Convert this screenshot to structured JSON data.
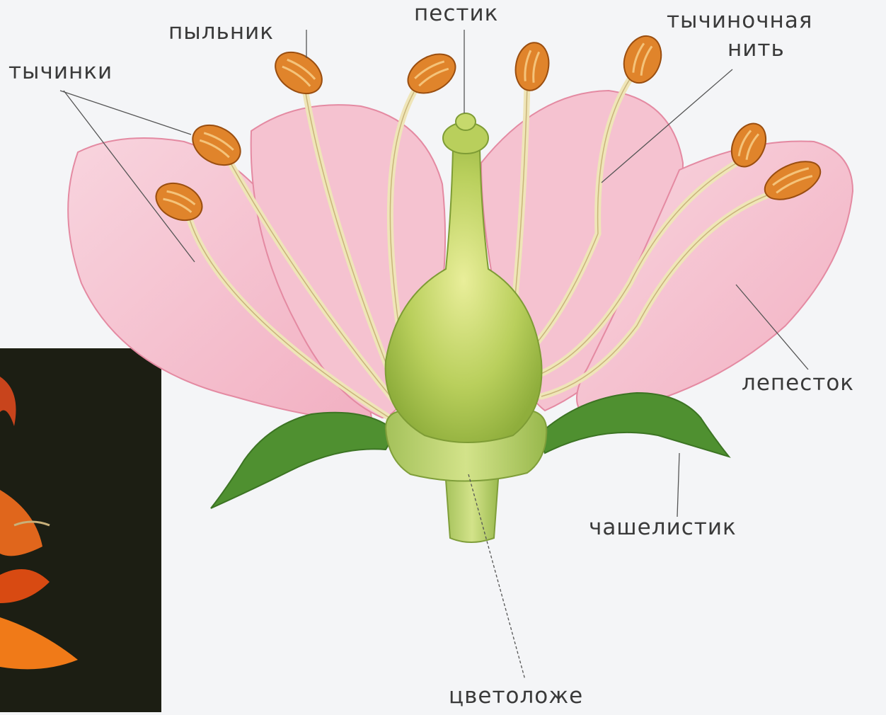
{
  "labels": {
    "stamens": "тычинки",
    "anther": "пыльник",
    "pistil": "пестик",
    "filament_line1": "тычиночная",
    "filament_line2": "нить",
    "petal": "лепесток",
    "sepal": "чашелистик",
    "receptacle": "цветоложе"
  },
  "colors": {
    "background": "#f4f5f7",
    "petal": "#f2b8c6",
    "petal_edge": "#e58fa6",
    "anther": "#e0822a",
    "filament": "#efe4b4",
    "pistil": "#a9c653",
    "sepal": "#4e8f2e",
    "photo_inset": "#1a1c12"
  }
}
